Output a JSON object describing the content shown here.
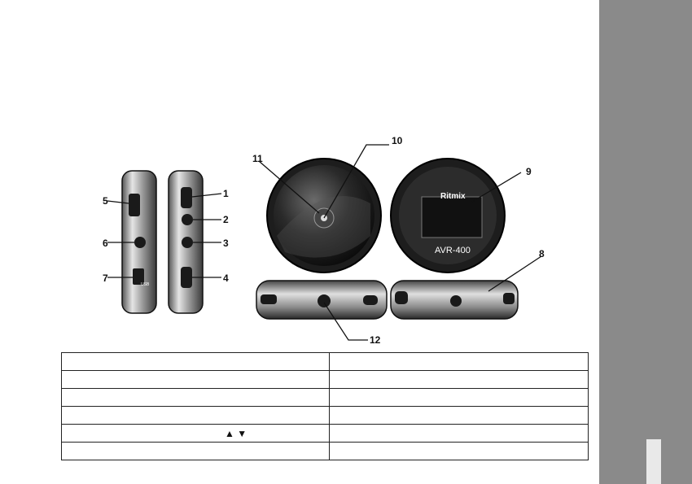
{
  "callouts": [
    "1",
    "2",
    "3",
    "4",
    "5",
    "6",
    "7",
    "8",
    "9",
    "10",
    "11",
    "12"
  ],
  "device": {
    "brand": "Ritmix",
    "model": "AVR-400",
    "usb_label": "USB"
  },
  "table": {
    "rows": [
      {
        "c1": "",
        "c2": ""
      },
      {
        "c1": "",
        "c2": ""
      },
      {
        "c1": "",
        "c2": ""
      },
      {
        "c1": "",
        "c2": ""
      },
      {
        "c1": "▲ ▼",
        "c2": ""
      },
      {
        "c1": "",
        "c2": ""
      }
    ]
  },
  "colors": {
    "side_band": "#8a8a8a",
    "page_tab": "#e9e9e9",
    "device_dark": "#2a2a2a",
    "device_metal": "#bdbdbd"
  }
}
